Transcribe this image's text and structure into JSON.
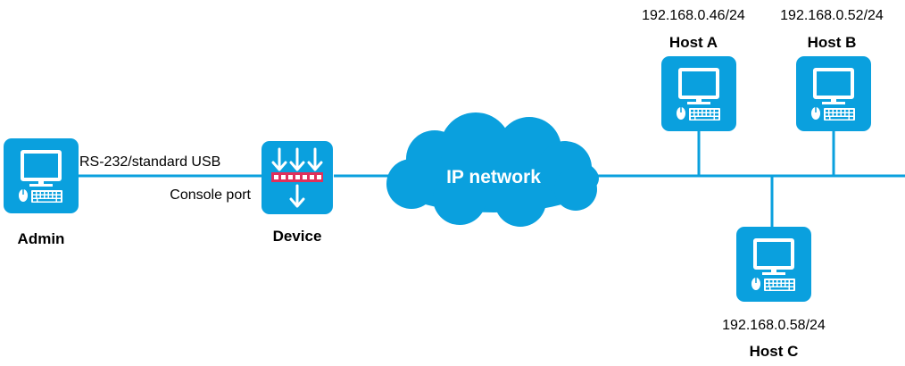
{
  "colors": {
    "accent": "#0AA0DE",
    "port_strip": "#E0305A",
    "text": "#000000",
    "background": "#FFFFFF"
  },
  "nodes": {
    "admin": {
      "label": "Admin",
      "icon": "computer-terminal-icon"
    },
    "device": {
      "label": "Device",
      "icon": "switch-device-icon"
    },
    "cloud": {
      "label": "IP network",
      "icon": "cloud-icon"
    },
    "host_a": {
      "label": "Host A",
      "ip": "192.168.0.46/24",
      "icon": "computer-terminal-icon"
    },
    "host_b": {
      "label": "Host B",
      "ip": "192.168.0.52/24",
      "icon": "computer-terminal-icon"
    },
    "host_c": {
      "label": "Host C",
      "ip": "192.168.0.58/24",
      "icon": "computer-terminal-icon"
    }
  },
  "links": {
    "console_cable": "RS-232/standard USB",
    "console_port": "Console port"
  }
}
